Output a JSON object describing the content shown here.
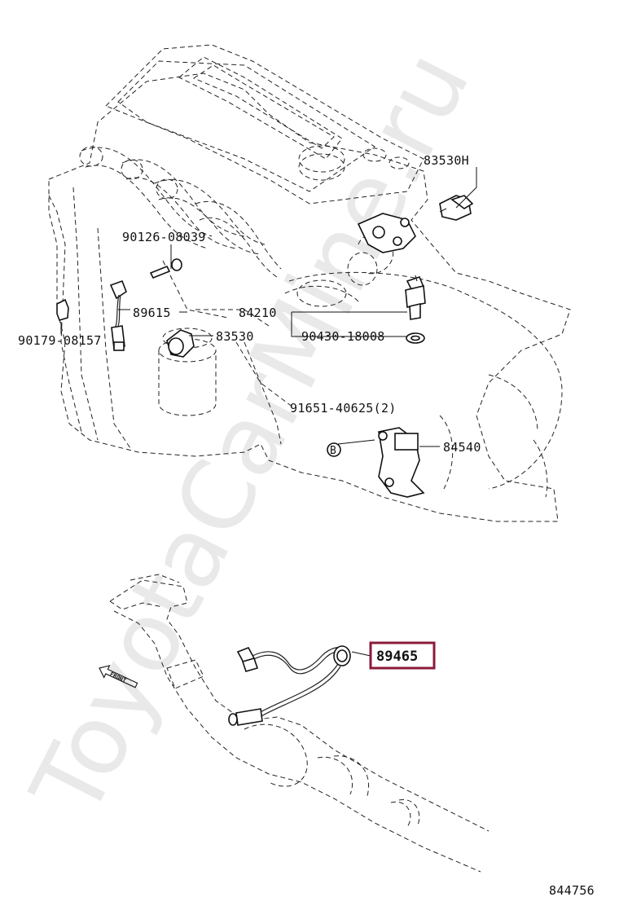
{
  "watermark": "ToyotaCarMine.ru",
  "parts": [
    {
      "id": "83530H",
      "label": "83530H"
    },
    {
      "id": "90126-08039",
      "label": "90126-08039"
    },
    {
      "id": "89615",
      "label": "89615"
    },
    {
      "id": "84210",
      "label": "84210"
    },
    {
      "id": "90179-08157",
      "label": "90179-08157"
    },
    {
      "id": "83530",
      "label": "83530"
    },
    {
      "id": "90430-18008",
      "label": "90430-18008"
    },
    {
      "id": "91651-40625",
      "label": "91651-40625(2)"
    },
    {
      "id": "84540",
      "label": "84540"
    },
    {
      "id": "89465",
      "label": "89465",
      "highlighted": true
    },
    {
      "id": "B",
      "label": "B"
    }
  ],
  "front_marker": "FRONT",
  "diagram_number": "844756",
  "highlight_color": "#8b1a3a"
}
